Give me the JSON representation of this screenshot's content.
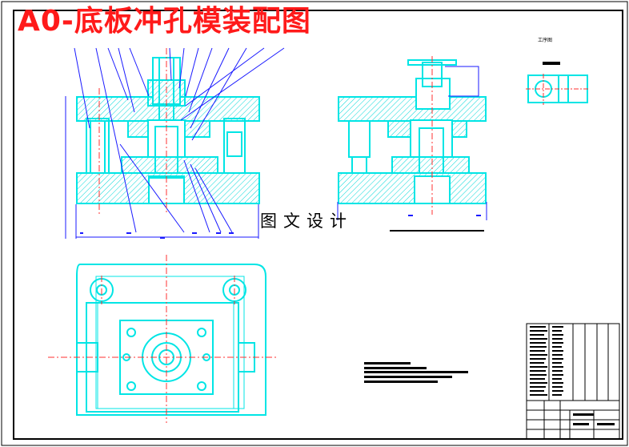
{
  "drawing": {
    "title": "A0-底板冲孔模装配图",
    "signature": "图文设计",
    "process_title": "工序图"
  },
  "colors": {
    "outline": "#00e5e5",
    "centerline": "#ff3030",
    "leader": "#1a1aff",
    "title": "#ff1a1a",
    "frame": "#000000"
  }
}
